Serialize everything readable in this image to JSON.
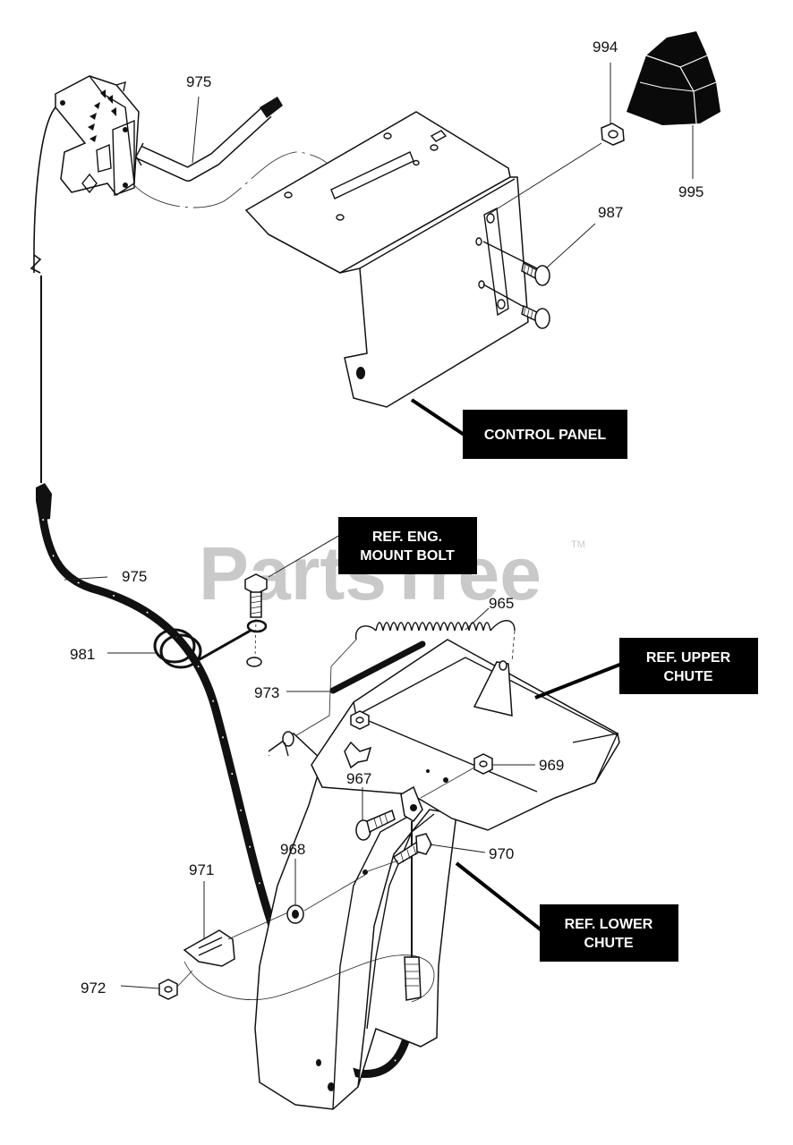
{
  "watermark": {
    "text": "PartsTree",
    "trademark": "TM"
  },
  "part_numbers": {
    "p975_top": "975",
    "p994": "994",
    "p995": "995",
    "p987": "987",
    "p975_mid": "975",
    "p965": "965",
    "p981": "981",
    "p973": "973",
    "p967": "967",
    "p969": "969",
    "p968": "968",
    "p970": "970",
    "p971": "971",
    "p972": "972"
  },
  "callouts": {
    "control_panel": [
      "CONTROL PANEL"
    ],
    "eng_mount_bolt": [
      "REF. ENG.",
      "MOUNT BOLT"
    ],
    "upper_chute": [
      "REF. UPPER",
      "CHUTE"
    ],
    "lower_chute": [
      "REF. LOWER",
      "CHUTE"
    ]
  },
  "colors": {
    "line": "#111111",
    "callout_bg": "#000000",
    "callout_text": "#ffffff",
    "watermark": "#c9c9c9"
  }
}
